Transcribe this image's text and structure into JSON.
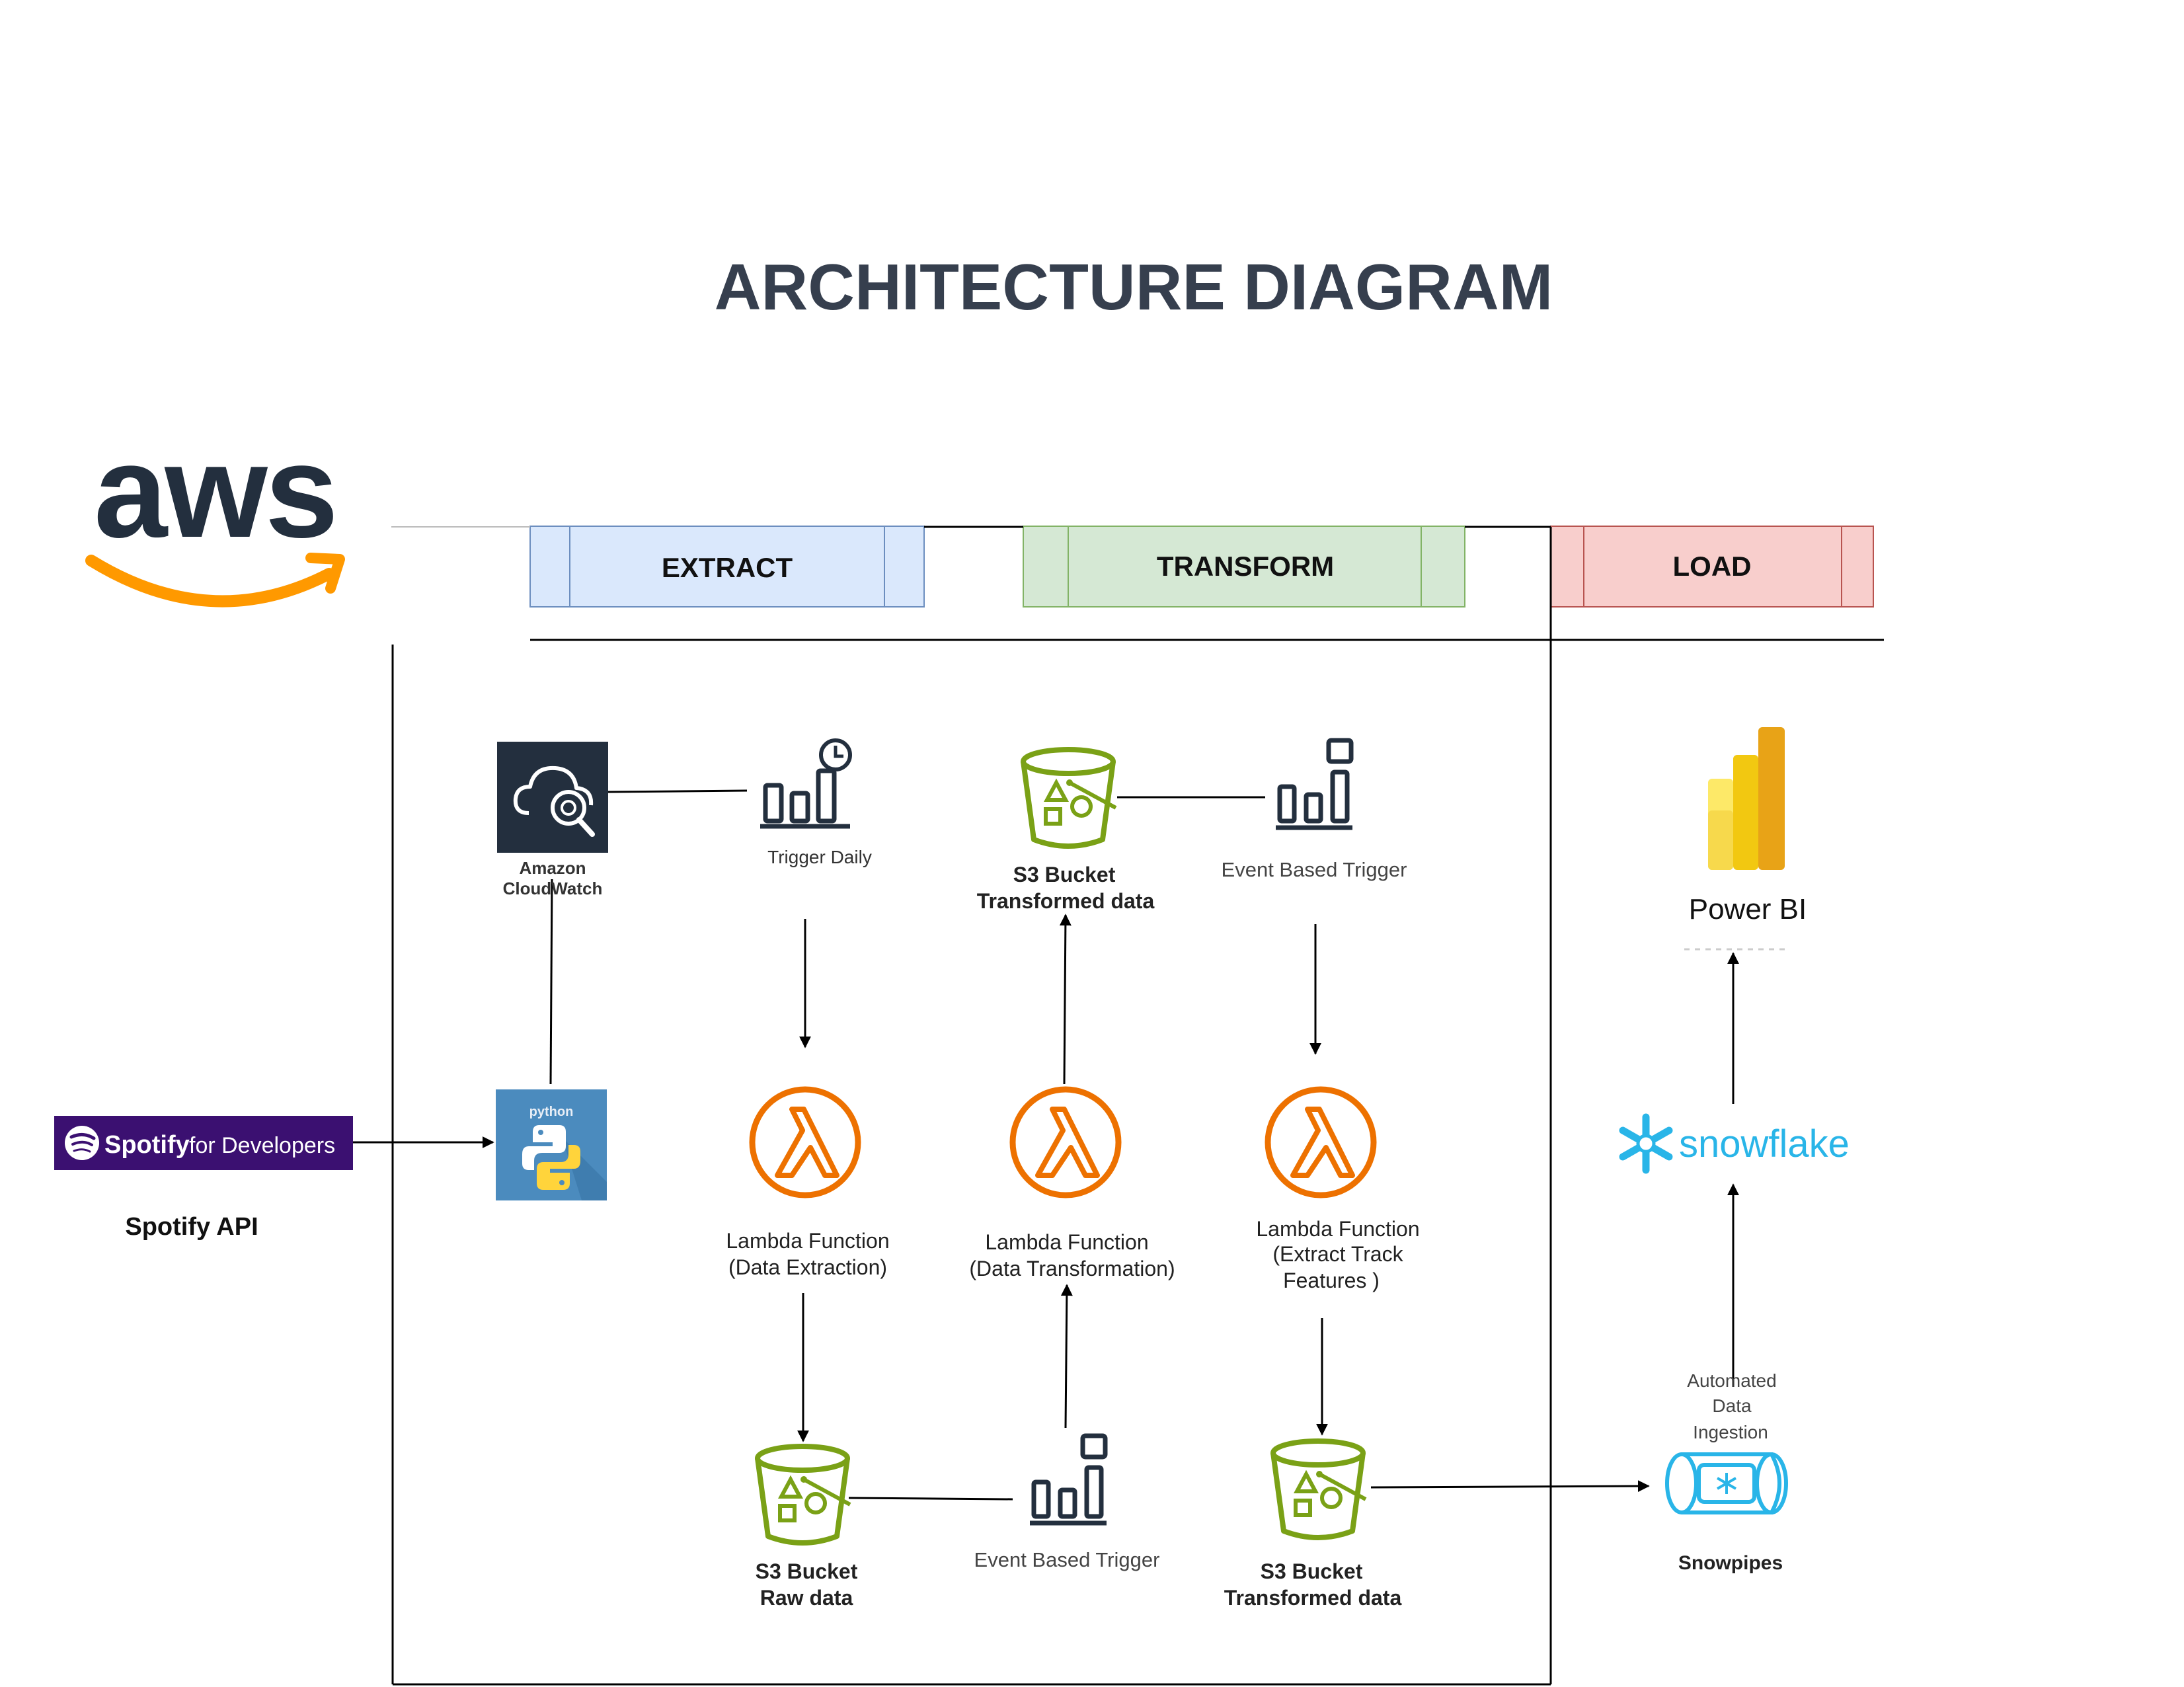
{
  "title": "ARCHITECTURE DIAGRAM",
  "logos": {
    "aws": "aws",
    "spotify_brand": "Spotify",
    "spotify_suffix": "for Developers",
    "python_badge": "python",
    "snowflake": "snowflake",
    "power_bi": "Power BI"
  },
  "stages": {
    "extract": "EXTRACT",
    "transform": "TRANSFORM",
    "load": "LOAD"
  },
  "nodes": {
    "spotify_api": "Spotify API",
    "cloudwatch_l1": "Amazon",
    "cloudwatch_l2": "CloudWatch",
    "trigger_daily": "Trigger Daily",
    "lambda_extract_l1": "Lambda Function",
    "lambda_extract_l2": "(Data Extraction)",
    "s3_raw_l1": "S3 Bucket",
    "s3_raw_l2": "Raw data",
    "event_trigger_raw": "Event Based Trigger",
    "lambda_transform_l1": "Lambda Function",
    "lambda_transform_l2": "(Data Transformation)",
    "s3_transformed_top_l1": "S3 Bucket",
    "s3_transformed_top_l2": "Transformed data",
    "event_trigger_transformed": "Event Based Trigger",
    "lambda_features_l1": "Lambda Function",
    "lambda_features_l2": "(Extract Track",
    "lambda_features_l3": "Features )",
    "s3_transformed_bottom_l1": "S3 Bucket",
    "s3_transformed_bottom_l2": "Transformed data",
    "ingestion_l1": "Automated",
    "ingestion_l2": "Data",
    "ingestion_l3": "Ingestion",
    "snowpipes": "Snowpipes"
  },
  "colors": {
    "title": "#363f4e",
    "aws_text": "#232f3e",
    "aws_smile": "#ff9900",
    "extract_fill": "#dae8fc",
    "extract_stroke": "#6c8ebf",
    "transform_fill": "#d5e8d4",
    "transform_stroke": "#82b366",
    "load_fill": "#f8cecc",
    "load_stroke": "#b85450",
    "lambda": "#ed7100",
    "s3": "#7aa116",
    "cloudwatch_bg": "#232f3e",
    "python_bg": "#4b8bbe",
    "spotify_bg": "#3b1071",
    "snowflake": "#29b5e8",
    "power_bi": [
      "#f2c811",
      "#e8a317",
      "#c98a00"
    ]
  },
  "icons": [
    "aws-logo",
    "spotify-logo",
    "python-icon",
    "cloudwatch-icon",
    "trigger-clock-icon",
    "event-trigger-icon",
    "lambda-icon",
    "s3-bucket-icon",
    "snowflake-logo",
    "snowpipe-icon",
    "power-bi-icon"
  ]
}
